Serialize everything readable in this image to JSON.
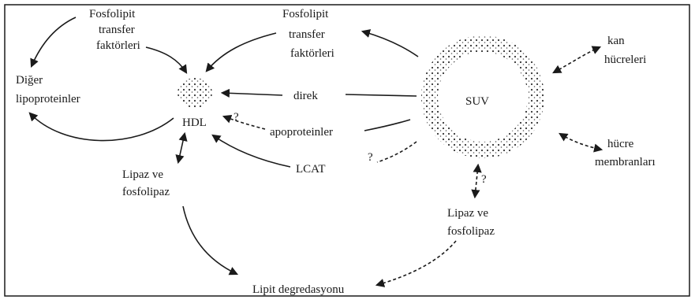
{
  "labels": {
    "fosfolipit_transfer_left": [
      "Fosfolipit",
      "transfer",
      "faktörleri"
    ],
    "fosfolipit_transfer_right": [
      "Fosfolipit",
      "transfer",
      "faktörleri"
    ],
    "diger_lipoproteinler": [
      "Diğer",
      "lipoproteinler"
    ],
    "hdl": "HDL",
    "suv": "SUV",
    "direk": "direk",
    "apoproteinler": "apoproteinler",
    "lcat": "LCAT",
    "lipaz_left": [
      "Lipaz ve",
      "fosfolipaz"
    ],
    "lipaz_right": [
      "Lipaz ve",
      "fosfolipaz"
    ],
    "lipit_degredasyonu": "Lipit degredasyonu",
    "kan_hucreleri": [
      "kan",
      "hücreleri"
    ],
    "hucre_membranlari": [
      "hücre",
      "membranları"
    ],
    "question_mark": "?"
  }
}
